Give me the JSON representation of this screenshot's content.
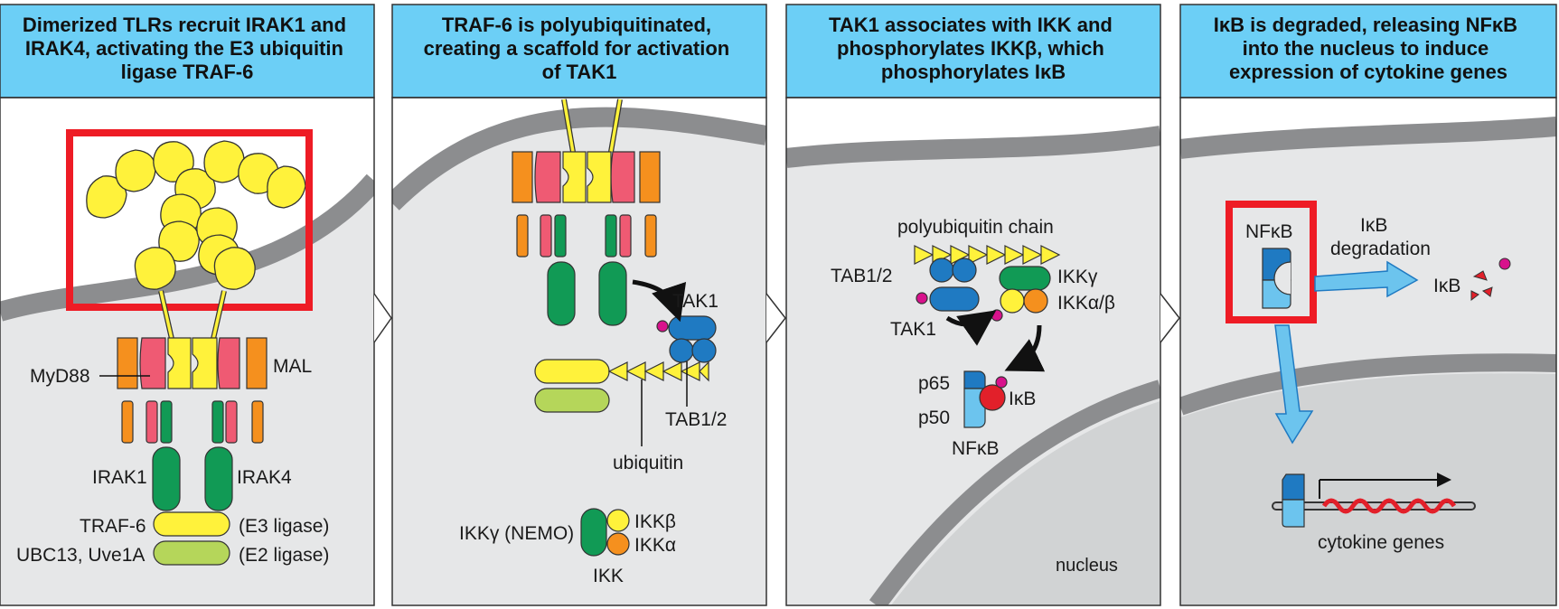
{
  "panels": [
    {
      "header": [
        "Dimerized TLRs recruit IRAK1 and",
        "IRAK4, activating the E3 ubiquitin",
        "ligase TRAF-6"
      ],
      "labels": {
        "myd88": "MyD88",
        "mal": "MAL",
        "irak1": "IRAK1",
        "irak4": "IRAK4",
        "traf6": "TRAF-6",
        "e3": "(E3 ligase)",
        "ubc13": "UBC13, Uve1A",
        "e2": "(E2 ligase)"
      }
    },
    {
      "header": [
        "TRAF-6 is polyubiquitinated,",
        "creating a scaffold for activation",
        "of TAK1"
      ],
      "labels": {
        "tak1": "TAK1",
        "tab12": "TAB1/2",
        "ubiquitin": "ubiquitin",
        "ikkg_nemo": "IKKγ (NEMO)",
        "ikkb": "IKKβ",
        "ikka": "IKKα",
        "ikk": "IKK"
      }
    },
    {
      "header": [
        "TAK1 associates with IKK and",
        "phosphorylates IKKβ, which",
        "phosphorylates IκB"
      ],
      "labels": {
        "polyub": "polyubiquitin chain",
        "tab12": "TAB1/2",
        "tak1": "TAK1",
        "ikkg": "IKKγ",
        "ikkab": "IKKα/β",
        "p65": "p65",
        "p50": "p50",
        "ikb": "IκB",
        "nfkb": "NFκB",
        "nucleus": "nucleus"
      }
    },
    {
      "header": [
        "IκB is degraded, releasing NFκB",
        "into the nucleus to induce",
        "expression of cytokine genes"
      ],
      "labels": {
        "nfkb": "NFκB",
        "ikb_deg_1": "IκB",
        "ikb_deg_2": "degradation",
        "ikb": "IκB",
        "cytokine": "cytokine genes"
      }
    }
  ],
  "colors": {
    "header_bg": "#6ccff6",
    "cytoplasm": "#e6e7e8",
    "membrane": "#8c8d8f",
    "tlr_yellow": "#fff23b",
    "pink": "#ef5a73",
    "orange": "#f5901e",
    "green": "#119a55",
    "lime": "#b5d65a",
    "blue": "#1f7ac2",
    "light_blue": "#6cc4ee",
    "red": "#e2202a",
    "magenta": "#d8128c",
    "highlight": "#ee1c25"
  }
}
